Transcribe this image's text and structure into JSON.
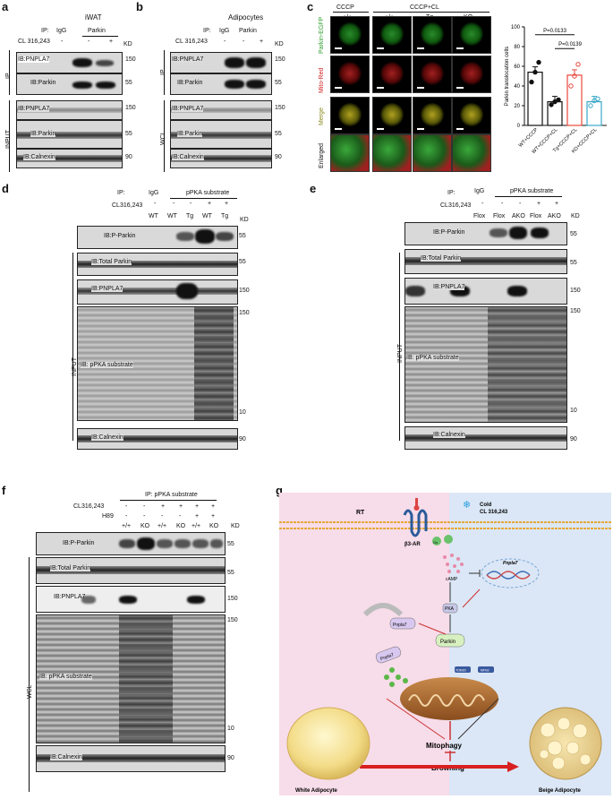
{
  "panel_labels": {
    "a": "a",
    "b": "b",
    "c": "c",
    "d": "d",
    "e": "e",
    "f": "f",
    "g": "g"
  },
  "panel_a": {
    "title": "iWAT",
    "ip": "IP:",
    "ip_igg": "IgG",
    "ip_parkin": "Parkin",
    "cl": "CL 316,243",
    "lanes": [
      "-",
      "-",
      "+"
    ],
    "kd": "KD",
    "section_ip": "IP",
    "section_input": "INPUT",
    "blots": [
      "IB:PNPLA7",
      "IB:Parkin",
      "IB:PNPLA7",
      "IB:Parkin",
      "IB:Calnexin"
    ],
    "markers": [
      "150",
      "55",
      "150",
      "55",
      "90"
    ]
  },
  "panel_b": {
    "title": "Adipocytes",
    "ip": "IP:",
    "ip_igg": "IgG",
    "ip_parkin": "Parkin",
    "cl": "CL 316,243",
    "lanes": [
      "-",
      "-",
      "+"
    ],
    "kd": "KD",
    "section_ip": "IP",
    "section_wcl": "WCL",
    "blots": [
      "IB:PNPLA7",
      "IB:Parkin",
      "IB:PNPLA7",
      "IB:Parkin",
      "IB:Calnexin"
    ],
    "markers": [
      "150",
      "55",
      "150",
      "55",
      "90"
    ]
  },
  "panel_c": {
    "col_cccp": "CCCP",
    "col_cccp_cl": "CCCP+CL",
    "cols": [
      "+/+",
      "+/+",
      "Tg",
      "KO"
    ],
    "rows": [
      "Parkin-EGFP",
      "Mito-Red",
      "Merge",
      "Enlarged"
    ],
    "chart_data": {
      "type": "bar",
      "ylabel": "Parkin translocation cells",
      "ylim": [
        0,
        100
      ],
      "yticks": [
        0,
        20,
        40,
        60,
        80,
        100
      ],
      "categories": [
        "WT+CCCP",
        "WT+CCCP+CL",
        "Tg+CCCP+CL",
        "KO+CCCP+CL"
      ],
      "values": [
        54,
        24,
        51,
        24
      ],
      "points": [
        [
          44,
          54,
          64
        ],
        [
          21,
          24,
          26
        ],
        [
          40,
          50,
          62
        ],
        [
          20,
          25,
          27
        ]
      ],
      "colors": [
        "#111111",
        "#111111",
        "#e8483b",
        "#3aa8c8"
      ],
      "annotations": [
        "P=0.0133",
        "P=0.0139"
      ]
    }
  },
  "panel_d": {
    "ip": "IP:",
    "ip_igg": "IgG",
    "ip_sub": "pPKA substrate",
    "cl": "CL316,243",
    "cl_lanes": [
      "-",
      "-",
      "-",
      "+",
      "+"
    ],
    "genotypes": [
      "WT",
      "WT",
      "Tg",
      "WT",
      "Tg"
    ],
    "kd": "KD",
    "section": "INPUT",
    "blots": [
      "IB:P-Parkin",
      "IB:Total Parkin",
      "IB:PNPLA7",
      "IB: pPKA substrate",
      "IB:Calnexin"
    ],
    "markers": [
      "55",
      "55",
      "150",
      "150",
      "10",
      "90"
    ]
  },
  "panel_e": {
    "ip": "IP:",
    "ip_igg": "IgG",
    "ip_sub": "pPKA substrate",
    "cl": "CL316,243",
    "cl_lanes": [
      "-",
      "-",
      "-",
      "+",
      "+"
    ],
    "genotypes": [
      "Flox",
      "Flox",
      "AKO",
      "Flox",
      "AKO"
    ],
    "kd": "KD",
    "section": "INPUT",
    "blots": [
      "IB:P-Parkin",
      "IB:Total Parkin",
      "IB:PNPLA7",
      "IB: pPKA substrate",
      "IB:Calnexin"
    ],
    "markers": [
      "55",
      "55",
      "150",
      "150",
      "10",
      "90"
    ]
  },
  "panel_f": {
    "ip": "IP: pPKA substrate",
    "cl": "CL316,243",
    "cl_lanes": [
      "-",
      "-",
      "+",
      "+",
      "+",
      "+"
    ],
    "h89": "H89",
    "h89_lanes": [
      "-",
      "-",
      "-",
      "-",
      "+",
      "+"
    ],
    "genotypes": [
      "+/+",
      "KO",
      "+/+",
      "KO",
      "+/+",
      "KO"
    ],
    "kd": "KD",
    "section": "WCL",
    "blots": [
      "IB:P-Parkin",
      "IB:Total Parkin",
      "IB:PNPLA7",
      "IB: pPKA substrate",
      "IB:Calnexin"
    ],
    "markers": [
      "55",
      "55",
      "150",
      "150",
      "10",
      "90"
    ]
  },
  "panel_g": {
    "rt": "RT",
    "cold": "Cold",
    "cl": "CL 316,243",
    "receptor": "β3-AR",
    "camp": "cAMP",
    "pka": "PKA",
    "parkin": "Parkin",
    "pnpla7": "Pnpla7",
    "pnpla7_gene": "Pnpla7",
    "mitophagy": "Mitophagy",
    "browning": "Browning",
    "white": "White Adipocyte",
    "beige": "Beige Adipocyte",
    "tom20": "TOM20",
    "mfn2": "MFN2",
    "gs": "Gs"
  }
}
